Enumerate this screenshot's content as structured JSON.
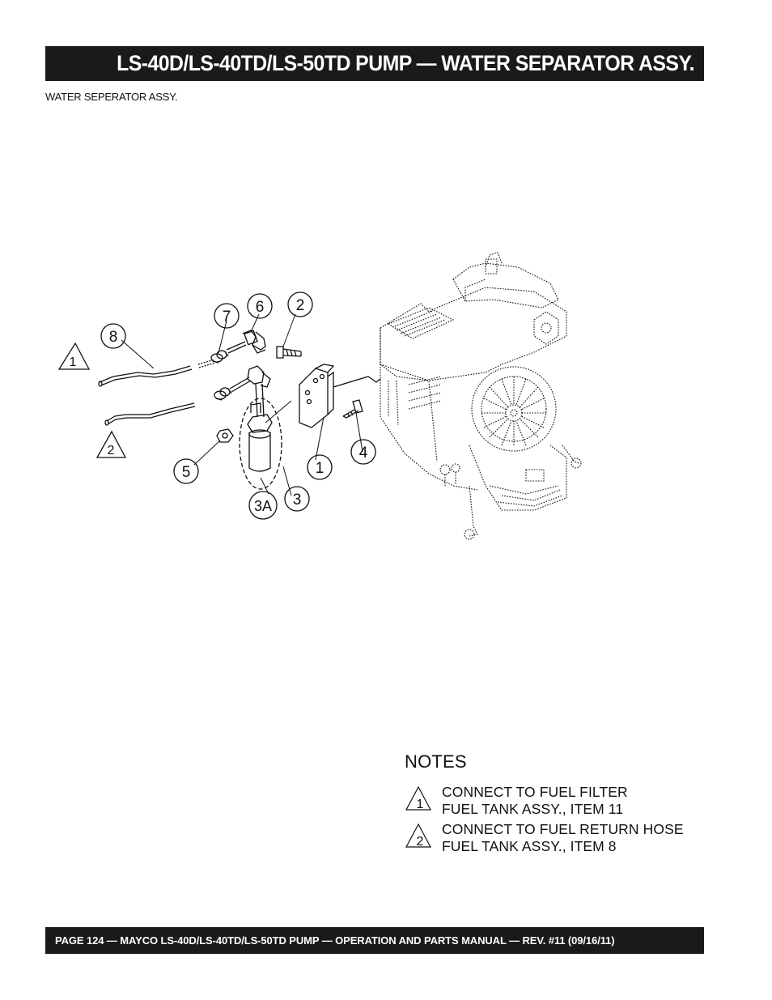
{
  "header": {
    "title": "LS-40D/LS-40TD/LS-50TD PUMP — WATER SEPARATOR ASSY."
  },
  "subtitle": "WATER SEPERATOR ASSY.",
  "diagram": {
    "callouts": [
      "1",
      "2",
      "3",
      "3A",
      "4",
      "5",
      "6",
      "7",
      "8"
    ],
    "note_refs": [
      "1",
      "2"
    ]
  },
  "notes": {
    "heading": "NOTES",
    "items": [
      {
        "ref": "1",
        "line1": "CONNECT TO FUEL FILTER",
        "line2": "FUEL TANK ASSY., ITEM 11"
      },
      {
        "ref": "2",
        "line1": "CONNECT TO FUEL RETURN HOSE",
        "line2": "FUEL TANK ASSY., ITEM 8"
      }
    ]
  },
  "footer": {
    "text": "PAGE 124 — MAYCO LS-40D/LS-40TD/LS-50TD PUMP — OPERATION AND PARTS MANUAL — REV. #11  (09/16/11)"
  }
}
